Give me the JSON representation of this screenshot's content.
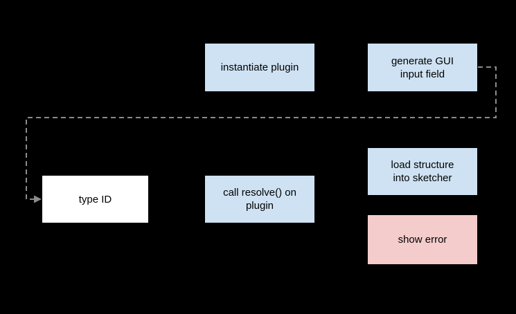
{
  "diagram": {
    "background_color": "#000000",
    "node_border_color": "#000000",
    "node_text_color": "#000000",
    "nodes": [
      {
        "id": "instantiate-plugin",
        "label": "instantiate plugin",
        "fill": "#cfe2f3"
      },
      {
        "id": "generate-gui-input-field",
        "label": "generate GUI\ninput field",
        "fill": "#cfe2f3"
      },
      {
        "id": "type-id",
        "label": "type ID",
        "fill": "#ffffff"
      },
      {
        "id": "call-resolve-on-plugin",
        "label": "call resolve() on\nplugin",
        "fill": "#cfe2f3"
      },
      {
        "id": "load-structure-into-sketcher",
        "label": "load structure\ninto sketcher",
        "fill": "#cfe2f3"
      },
      {
        "id": "show-error",
        "label": "show error",
        "fill": "#f4cccc"
      }
    ],
    "connector": {
      "description": "dashed feedback loop from generate-gui-input-field back into type-id",
      "style": "dashed",
      "color": "#8c8c8c"
    }
  }
}
